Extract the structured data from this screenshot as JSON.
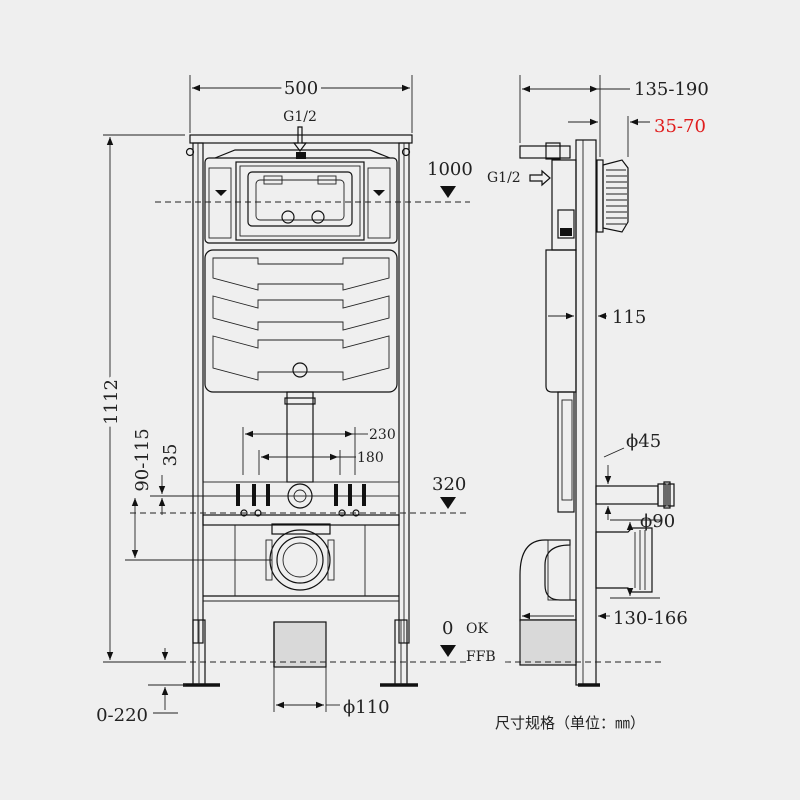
{
  "front_view": {
    "width": "500",
    "inlet": "G1/2",
    "height_total": "1112",
    "level_1000": "1000",
    "spacing_230": "230",
    "spacing_180": "180",
    "level_320": "320",
    "range_90_115": "90-115",
    "range_35": "35",
    "level_0": "0",
    "ok_label": "OK",
    "ffb_label": "FFB",
    "range_0_220": "0-220",
    "dia_110": "ϕ110"
  },
  "side_view": {
    "depth_135_190": "135-190",
    "range_35_70": "35-70",
    "inlet": "G1/2",
    "depth_115": "115",
    "dia_45": "ϕ45",
    "dia_90": "ϕ90",
    "depth_130_166": "130-166"
  },
  "note": "尺寸规格（单位：㎜）",
  "colors": {
    "background": "#efefef",
    "line": "#111111",
    "accent_red": "#e01c1c"
  }
}
